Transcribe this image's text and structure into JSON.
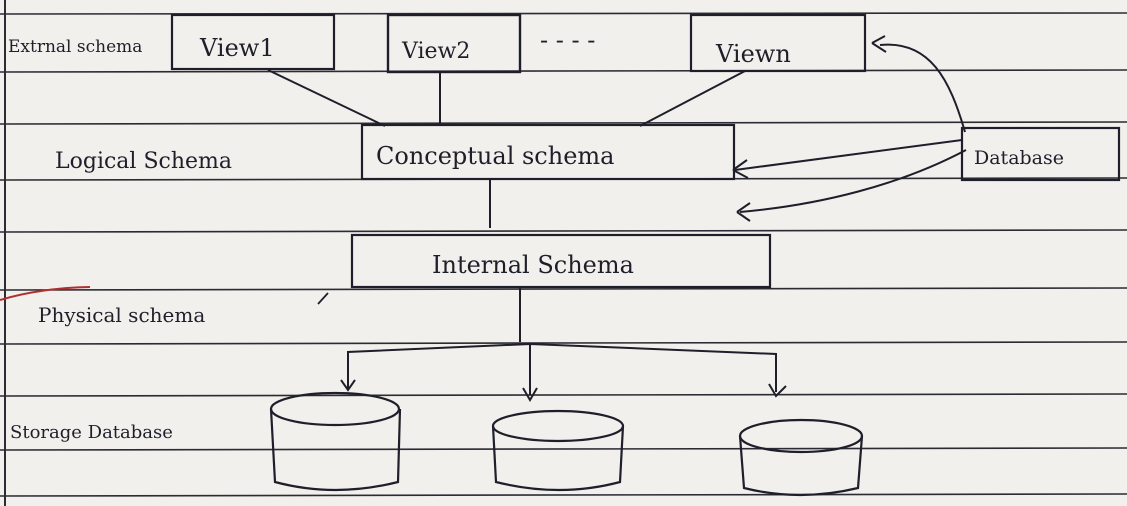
{
  "layers": {
    "external": "Extrnal schema",
    "logical": "Logical Schema",
    "physical": "Physical schema",
    "storage": "Storage Database"
  },
  "views": [
    "View1",
    "View2",
    "Viewn"
  ],
  "ellipsis": "- - - -",
  "conceptual": "Conceptual schema",
  "internal": "Internal Schema",
  "database": "Database",
  "colors": {
    "paper": "#f1f0ec",
    "ink": "#1f1f2b",
    "rule": "#2b2b33",
    "margin_mark": "#b03030"
  }
}
